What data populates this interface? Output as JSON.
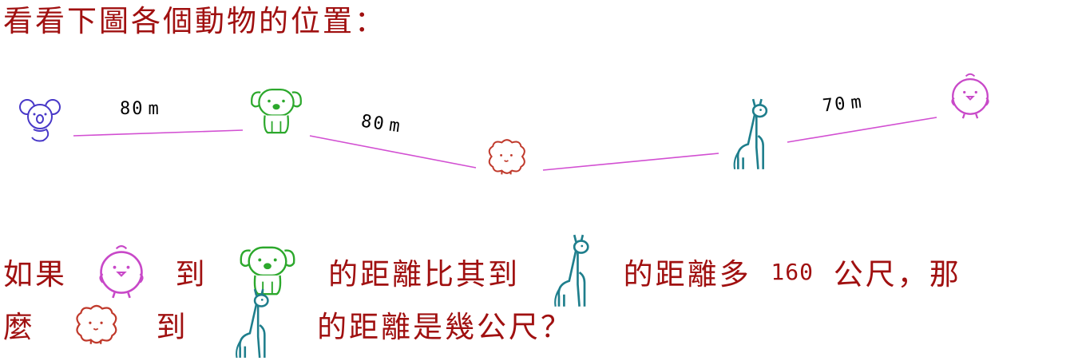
{
  "title": "看看下圖各個動物的位置：",
  "colors": {
    "text": "#a01010",
    "path": "#d24fd2",
    "koala": "#4838c8",
    "dog": "#2ca82c",
    "sheep": "#c0392b",
    "giraffe": "#1e7e8c",
    "chick": "#c848c8"
  },
  "scene": {
    "animals": [
      "koala-icon",
      "dog-icon",
      "sheep-icon",
      "giraffe-icon",
      "chick-icon"
    ],
    "distances": [
      {
        "value": "80",
        "unit": "m"
      },
      {
        "value": "80",
        "unit": "m"
      },
      {
        "value": "70",
        "unit": "m"
      }
    ]
  },
  "question": {
    "line1": {
      "t1": "如果",
      "t2": "到",
      "t3": "的距離比其到",
      "t4": "的距離多",
      "num": "160",
      "t5": "公尺，那"
    },
    "line2": {
      "t1": "麼",
      "t2": "到",
      "t3": "的距離是幾公尺？"
    }
  }
}
